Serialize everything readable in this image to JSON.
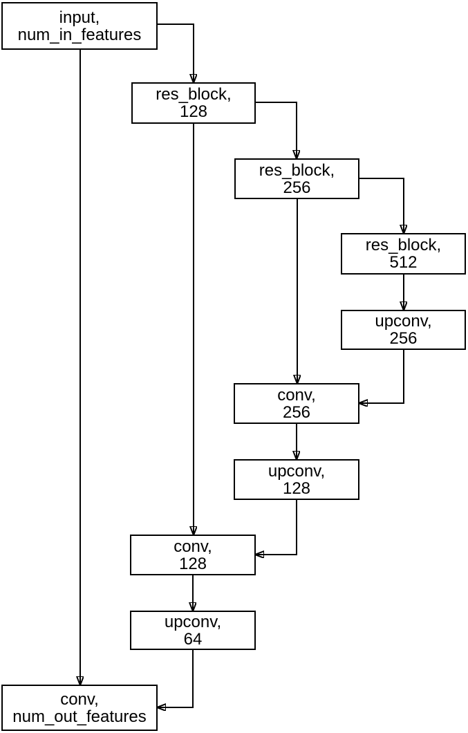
{
  "diagram": {
    "type": "flowchart",
    "description": "U-Net style convolutional network architecture diagram",
    "colors": {
      "background": "#ffffff",
      "node_border": "#000000",
      "node_fill": "#ffffff",
      "edge": "#000000",
      "text": "#000000"
    },
    "nodes": [
      {
        "id": "input",
        "line1": "input,",
        "line2": "num_in_features"
      },
      {
        "id": "res_block_128",
        "line1": "res_block,",
        "line2": "128"
      },
      {
        "id": "res_block_256",
        "line1": "res_block,",
        "line2": "256"
      },
      {
        "id": "res_block_512",
        "line1": "res_block,",
        "line2": "512"
      },
      {
        "id": "upconv_256",
        "line1": "upconv,",
        "line2": "256"
      },
      {
        "id": "conv_256",
        "line1": "conv,",
        "line2": "256"
      },
      {
        "id": "upconv_128",
        "line1": "upconv,",
        "line2": "128"
      },
      {
        "id": "conv_128",
        "line1": "conv,",
        "line2": "128"
      },
      {
        "id": "upconv_64",
        "line1": "upconv,",
        "line2": "64"
      },
      {
        "id": "conv_out",
        "line1": "conv,",
        "line2": "num_out_features"
      }
    ],
    "edges": [
      {
        "from": "input",
        "to": "res_block_128"
      },
      {
        "from": "input",
        "to": "conv_out"
      },
      {
        "from": "res_block_128",
        "to": "res_block_256"
      },
      {
        "from": "res_block_128",
        "to": "conv_128"
      },
      {
        "from": "res_block_256",
        "to": "res_block_512"
      },
      {
        "from": "res_block_256",
        "to": "conv_256"
      },
      {
        "from": "res_block_512",
        "to": "upconv_256"
      },
      {
        "from": "upconv_256",
        "to": "conv_256"
      },
      {
        "from": "conv_256",
        "to": "upconv_128"
      },
      {
        "from": "upconv_128",
        "to": "conv_128"
      },
      {
        "from": "conv_128",
        "to": "upconv_64"
      },
      {
        "from": "upconv_64",
        "to": "conv_out"
      }
    ]
  }
}
